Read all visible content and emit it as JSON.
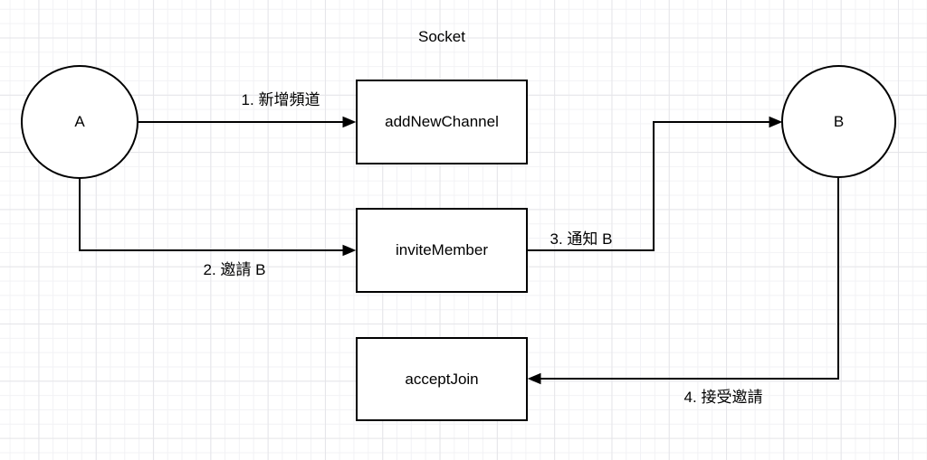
{
  "diagram": {
    "title": "Socket",
    "nodes": {
      "actor_a": {
        "label": "A",
        "shape": "circle"
      },
      "actor_b": {
        "label": "B",
        "shape": "circle"
      },
      "add_new_channel": {
        "label": "addNewChannel",
        "shape": "rectangle"
      },
      "invite_member": {
        "label": "inviteMember",
        "shape": "rectangle"
      },
      "accept_join": {
        "label": "acceptJoin",
        "shape": "rectangle"
      }
    },
    "edges": {
      "step1": {
        "label": "1. 新增頻道",
        "from": "A",
        "to": "addNewChannel"
      },
      "step2": {
        "label": "2. 邀請 B",
        "from": "A",
        "to": "inviteMember"
      },
      "step3": {
        "label": "3. 通知 B",
        "from": "inviteMember",
        "to": "B"
      },
      "step4": {
        "label": "4. 接受邀請",
        "from": "B",
        "to": "acceptJoin"
      }
    },
    "colors": {
      "stroke": "#000000",
      "shape_fill": "#ffffff",
      "background": "#ffffff",
      "grid_minor": "#f2f2f5",
      "grid_major": "#e5e5e9"
    }
  }
}
